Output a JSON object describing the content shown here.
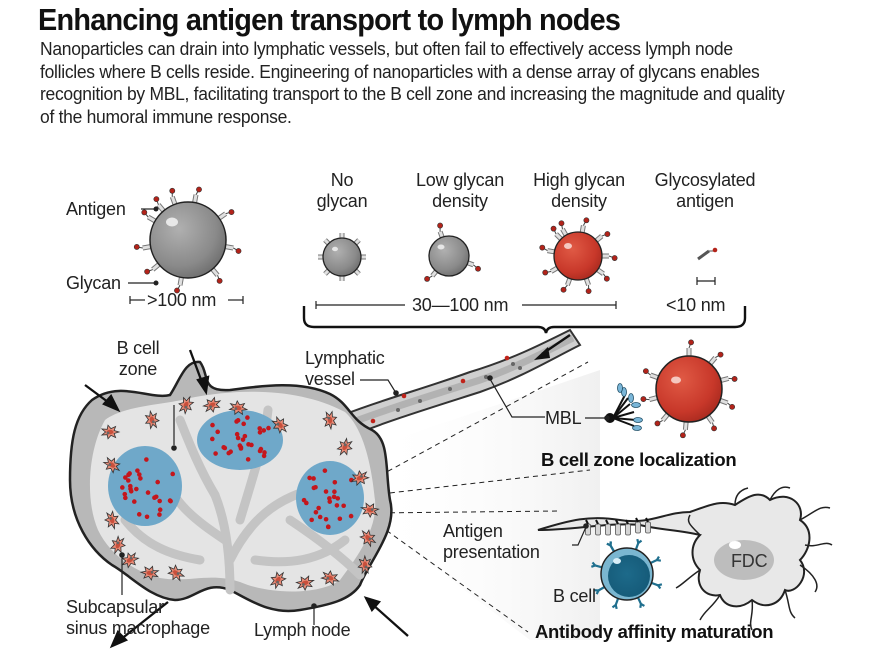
{
  "title": "Enhancing antigen transport to lymph nodes",
  "description": "Nanoparticles can drain into lymphatic vessels, but often fail to effectively access lymph node follicles where B cells reside. Engineering of nanoparticles with a dense array of glycans enables recognition by MBL, facilitating transport to the B cell zone and increasing the magnitude and quality of the humoral immune response.",
  "large_particle": {
    "antigen_label": "Antigen",
    "glycan_label": "Glycan",
    "size_label": ">100 nm"
  },
  "particle_types": [
    {
      "line1": "No",
      "line2": "glycan",
      "color": "#8a8a8a"
    },
    {
      "line1": "Low glycan",
      "line2": "density",
      "color": "#8a8a8a"
    },
    {
      "line1": "High glycan",
      "line2": "density",
      "color": "#c8382a"
    },
    {
      "line1": "Glycosylated",
      "line2": "antigen",
      "color": "#8a8a8a"
    }
  ],
  "size_ranges": {
    "nanoparticle_range": "30—100 nm",
    "antigen_range": "<10 nm"
  },
  "lymph_node": {
    "b_cell_zone_line1": "B cell",
    "b_cell_zone_line2": "zone",
    "lymphatic_vessel_line1": "Lymphatic",
    "lymphatic_vessel_line2": "vessel",
    "macrophage_line1": "Subcapsular",
    "macrophage_line2": "sinus macrophage",
    "lymph_node_label": "Lymph node"
  },
  "inset_localization": {
    "mbl_label": "MBL",
    "heading": "B cell zone localization"
  },
  "inset_maturation": {
    "antigen_presentation_line1": "Antigen",
    "antigen_presentation_line2": "presentation",
    "b_cell_label": "B cell",
    "fdc_label": "FDC",
    "heading": "Antibody affinity maturation"
  },
  "colors": {
    "follicle_blue": "#6fa8c9",
    "particle_red": "#c8382a",
    "macrophage_salmon": "#e88c78",
    "capsule_gray": "#b5b5b5",
    "b_cell_teal": "#1f6f8e"
  }
}
